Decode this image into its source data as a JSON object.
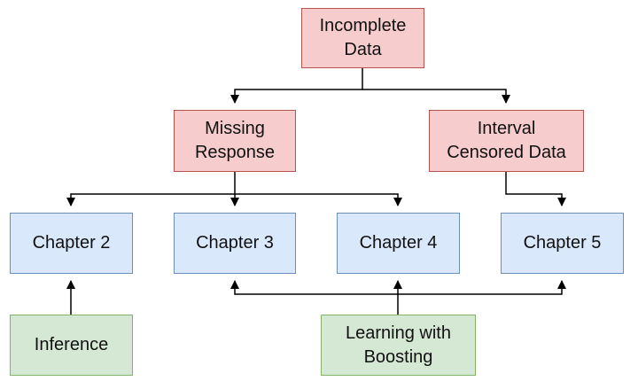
{
  "nodes": {
    "incomplete": {
      "label": "Incomplete\nData",
      "fill": "#f8cecc",
      "stroke": "#b85450"
    },
    "missing": {
      "label": "Missing\nResponse",
      "fill": "#f8cecc",
      "stroke": "#b85450"
    },
    "interval": {
      "label": "Interval\nCensored Data",
      "fill": "#f8cecc",
      "stroke": "#b85450"
    },
    "ch2": {
      "label": "Chapter 2",
      "fill": "#dae8fc",
      "stroke": "#6c8ebf"
    },
    "ch3": {
      "label": "Chapter 3",
      "fill": "#dae8fc",
      "stroke": "#6c8ebf"
    },
    "ch4": {
      "label": "Chapter 4",
      "fill": "#dae8fc",
      "stroke": "#6c8ebf"
    },
    "ch5": {
      "label": "Chapter 5",
      "fill": "#dae8fc",
      "stroke": "#6c8ebf"
    },
    "inference": {
      "label": "Inference",
      "fill": "#d5e8d4",
      "stroke": "#82b366"
    },
    "boosting": {
      "label": "Learning with\nBoosting",
      "fill": "#d5e8d4",
      "stroke": "#82b366"
    }
  },
  "edges": [
    {
      "from": "incomplete",
      "to": "missing"
    },
    {
      "from": "incomplete",
      "to": "interval"
    },
    {
      "from": "missing",
      "to": "ch2"
    },
    {
      "from": "missing",
      "to": "ch3"
    },
    {
      "from": "missing",
      "to": "ch4"
    },
    {
      "from": "interval",
      "to": "ch5"
    },
    {
      "from": "inference",
      "to": "ch2"
    },
    {
      "from": "boosting",
      "to": "ch3"
    },
    {
      "from": "boosting",
      "to": "ch4"
    },
    {
      "from": "boosting",
      "to": "ch5"
    }
  ]
}
